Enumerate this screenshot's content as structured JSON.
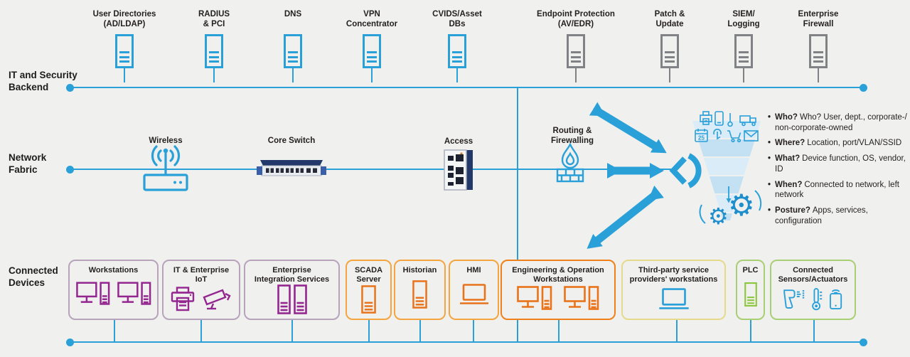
{
  "colors": {
    "blue": "#2AA0D9",
    "gray": "#808285",
    "purple": "#93278F",
    "purple_box_border": "#B7A3BC",
    "orange": "#E8731A",
    "orange_box_border": "#F5A53F",
    "orange_box_border_strong": "#F08019",
    "yellow_box_border": "#E7D98B",
    "green": "#8DC63F",
    "green_box_border": "#A9CF74",
    "funnel_light": "#D9ECF8",
    "funnel_dark": "#C3E1F3",
    "text": "#231F20",
    "background": "#F0F0EE"
  },
  "sections": {
    "backend_label": "IT and Security\nBackend",
    "fabric_label": "Network\nFabric",
    "devices_label": "Connected\nDevices"
  },
  "backend": {
    "items": [
      {
        "label": "User Directories\n(AD/LDAP)",
        "color": "blue"
      },
      {
        "label": "RADIUS\n& PCI",
        "color": "blue"
      },
      {
        "label": "DNS",
        "color": "blue"
      },
      {
        "label": "VPN\nConcentrator",
        "color": "blue"
      },
      {
        "label": "CVIDS/Asset\nDBs",
        "color": "blue"
      },
      {
        "label": "Endpoint Protection\n(AV/EDR)",
        "color": "gray"
      },
      {
        "label": "Patch &\nUpdate",
        "color": "gray"
      },
      {
        "label": "SIEM/\nLogging",
        "color": "gray"
      },
      {
        "label": "Enterprise\nFirewall",
        "color": "gray"
      }
    ]
  },
  "fabric": {
    "wireless_label": "Wireless",
    "core_switch_label": "Core Switch",
    "access_label": "Access",
    "routing_label": "Routing &\nFirewalling"
  },
  "profiling": {
    "calendar_day": "25",
    "bullets": [
      {
        "lead": "Who?",
        "text": "Who? User, dept., corporate-/ non-corporate-owned"
      },
      {
        "lead": "Where?",
        "text": "Location, port/VLAN/SSID"
      },
      {
        "lead": "What?",
        "text": "Device function, OS, vendor, ID"
      },
      {
        "lead": "When?",
        "text": "Connected to network, left network"
      },
      {
        "lead": "Posture?",
        "text": "Apps, services, configuration"
      }
    ]
  },
  "devices": {
    "boxes": [
      {
        "label": "Workstations"
      },
      {
        "label": "IT & Enterprise\nIoT"
      },
      {
        "label": "Enterprise\nIntegration Services"
      },
      {
        "label": "SCADA\nServer"
      },
      {
        "label": "Historian"
      },
      {
        "label": "HMI"
      },
      {
        "label": "Engineering & Operation\nWorkstations"
      },
      {
        "label": "Third-party service\nproviders' workstations"
      },
      {
        "label": "PLC"
      },
      {
        "label": "Connected\nSensors/Actuators"
      }
    ]
  }
}
